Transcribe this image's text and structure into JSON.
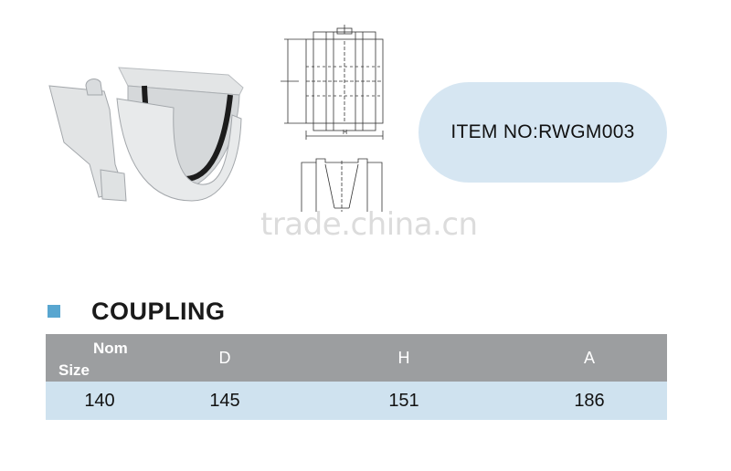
{
  "item_label": "ITEM NO:RWGM003",
  "watermark": "trade.china.cn",
  "heading": "COUPLING",
  "drawing": {
    "dimension_label": "H"
  },
  "table": {
    "headers": {
      "nom": "Nom",
      "size": "Size",
      "d": "D",
      "h": "H",
      "a": "A"
    },
    "rows": [
      {
        "nom_size": "140",
        "d": "145",
        "h": "151",
        "a": "186"
      }
    ]
  },
  "colors": {
    "accent": "#58a6d0",
    "pill": "#d6e6f2",
    "header_bg": "#9c9ea0",
    "row_bg": "#cfe2ef"
  }
}
